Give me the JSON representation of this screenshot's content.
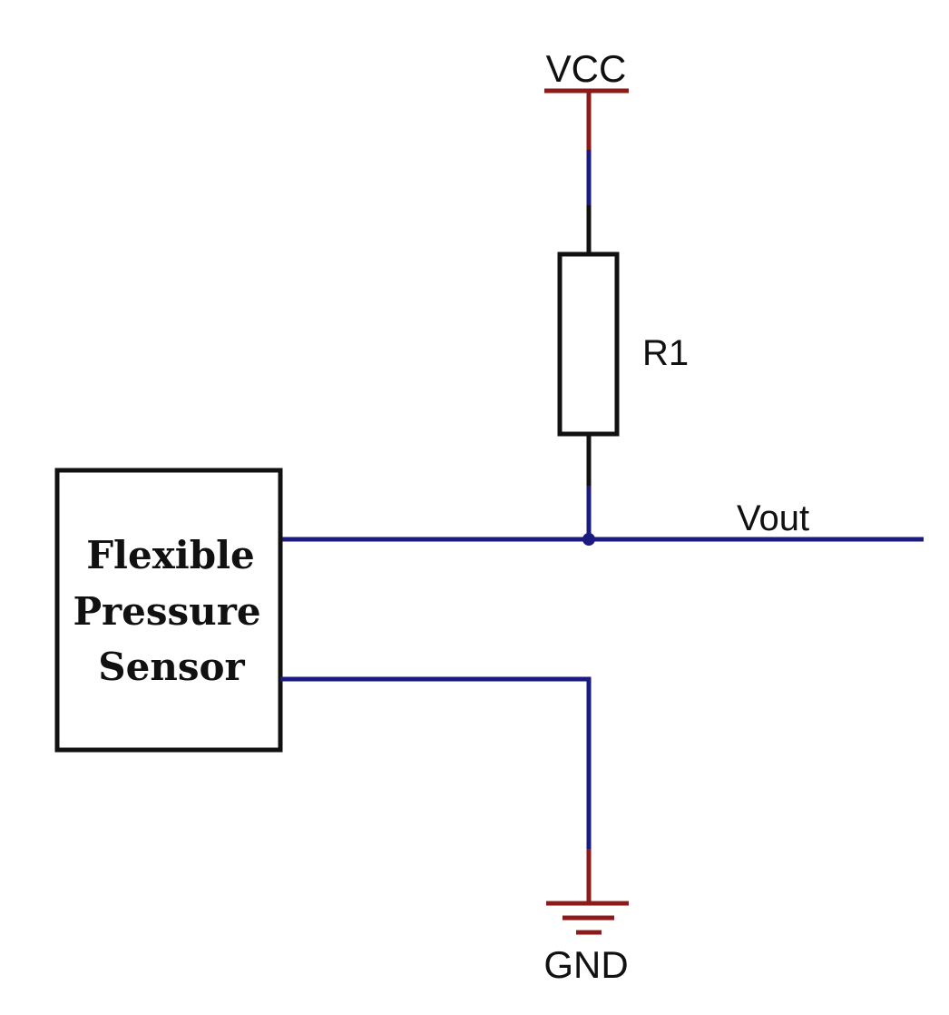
{
  "diagram": {
    "type": "circuit-schematic",
    "title": "Flexible pressure sensor voltage divider",
    "colors": {
      "wire": "#1a1a80",
      "power_rail": "#8b1a1a",
      "component": "#111111",
      "background": "#ffffff"
    },
    "labels": {
      "vcc": "VCC",
      "gnd": "GND",
      "resistor": "R1",
      "output": "Vout",
      "sensor_lines": [
        "Flexible",
        "Pressure",
        "Sensor"
      ]
    },
    "components": [
      {
        "id": "vcc",
        "kind": "power-supply",
        "label": "VCC"
      },
      {
        "id": "r1",
        "kind": "resistor",
        "label": "R1"
      },
      {
        "id": "sensor",
        "kind": "flexible-pressure-sensor",
        "label": "Flexible Pressure Sensor"
      },
      {
        "id": "gnd",
        "kind": "ground",
        "label": "GND"
      }
    ],
    "connections": [
      {
        "from": "vcc",
        "to": "r1"
      },
      {
        "from": "r1",
        "to": "vout-node"
      },
      {
        "from": "sensor",
        "to": "vout-node"
      },
      {
        "from": "vout-node",
        "to": "vout-output"
      },
      {
        "from": "sensor",
        "to": "gnd"
      }
    ]
  }
}
